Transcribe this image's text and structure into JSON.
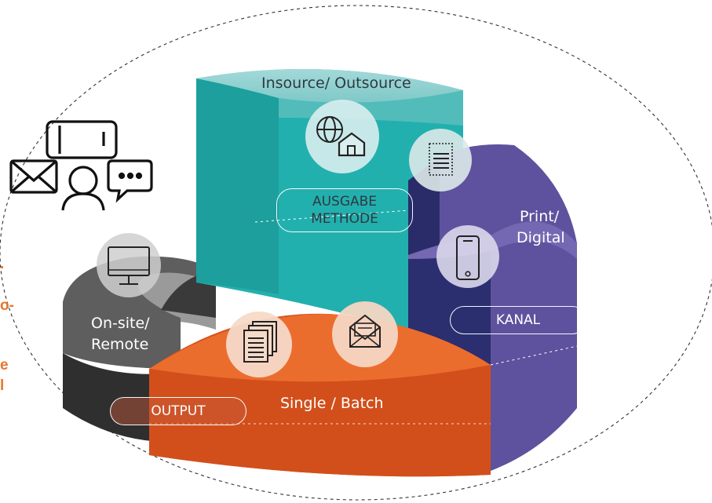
{
  "diagram": {
    "segments": {
      "teal": {
        "label": "Insource/ Outsource",
        "badge_line1": "AUSGABE",
        "badge_line2": "METHODE"
      },
      "purple": {
        "label_line1": "Print/",
        "label_line2": "Digital",
        "badge": "KANAL"
      },
      "orange": {
        "label": "Single / Batch",
        "badge": "OUTPUT"
      },
      "grey": {
        "label_line1": "On-site/",
        "label_line2": "Remote"
      }
    },
    "left_text_fragments": [
      ".",
      "o-",
      "e",
      "l"
    ]
  },
  "colors": {
    "teal": "#22b0ae",
    "purple": "#5f52a0",
    "orange": "#e8622a",
    "grey": "#555555",
    "accent_text": "#e8762c"
  },
  "icons": [
    "globe-house-icon",
    "document-list-icon",
    "smartphone-icon",
    "documents-stack-icon",
    "open-envelope-icon",
    "monitor-icon",
    "communication-cluster-icon"
  ]
}
